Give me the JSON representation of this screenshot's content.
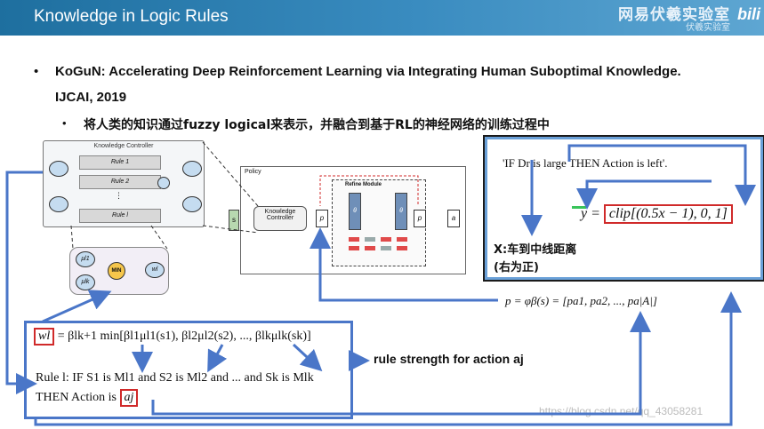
{
  "header": {
    "title": "Knowledge in Logic Rules",
    "brand": "网易伏羲实验室",
    "brand_sub": "伏羲实验室",
    "bili": "bili"
  },
  "content": {
    "bullet_marker": "•",
    "paper_title": "KoGuN: Accelerating Deep Reinforcement Learning via Integrating Human Suboptimal Knowledge.",
    "venue": "IJCAI, 2019",
    "sub_bullet_marker": "•",
    "sub_point": "将人类的知识通过fuzzy logical来表示，并融合到基于RL的神经网络的训练过程中"
  },
  "figure": {
    "knowledge_controller": "Knowledge Controller",
    "rules": [
      "Rule 1",
      "Rule 2",
      "⋮",
      "Rule l"
    ],
    "min_node": "MIN",
    "mu_top": "μl1",
    "mu_bottom": "μlk",
    "w_node": "wl",
    "policy": "Policy",
    "kc_node": "Knowledge Controller",
    "refine_module": "Refine Module",
    "theta": "θ",
    "s_label": "s",
    "p_label": "p",
    "a_label": "a"
  },
  "callout": {
    "rule": "'IF Dr is large THEN Action is left'.",
    "formula_lhs": "y = ",
    "formula_clip": "clip[(0.5x − 1), 0, 1]",
    "x_desc": "X:车到中线距离",
    "sign_desc": "(右为正)"
  },
  "formulas": {
    "p_formula": "p = φβ(s) = [pa1, pa2, ..., pa|A|]",
    "w_lhs": "wl",
    "w_rhs": " = βlk+1 min[βl1μl1(s1), βl2μl2(s2), ..., βlkμlk(sk)]",
    "rule_line": "Rule l: IF S1 is Ml1 and S2 is Ml2 and ... and Sk is Mlk",
    "then_prefix": "THEN Action is ",
    "then_aj": "aj"
  },
  "annotation": {
    "strength": "rule strength for action aj"
  },
  "watermark": "https://blog.csdn.net/qq_43058281",
  "colors": {
    "header_bg": "#2a7db2",
    "arrow_blue": "#4a76c8",
    "highlight_red": "#d02a2a"
  }
}
